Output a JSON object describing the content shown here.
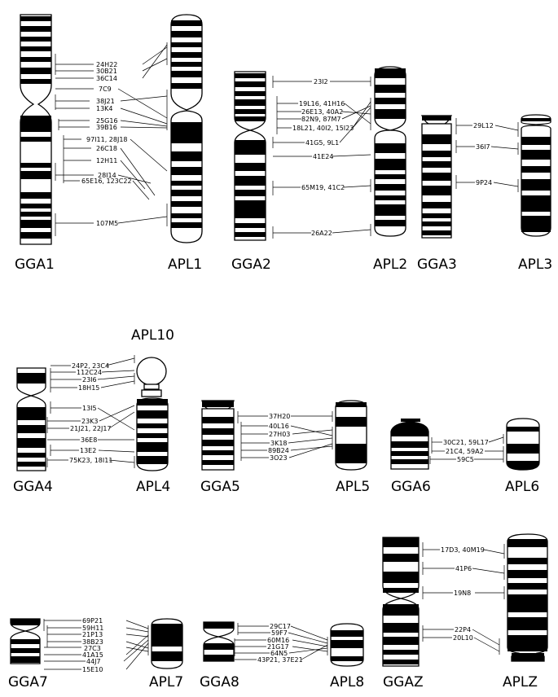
{
  "chromosomes": {
    "GGA1": "GGA1",
    "APL1": "APL1",
    "GGA2": "GGA2",
    "APL2": "APL2",
    "GGA3": "GGA3",
    "APL3": "APL3",
    "APL10": "APL10",
    "GGA4": "GGA4",
    "APL4": "APL4",
    "GGA5": "GGA5",
    "APL5": "APL5",
    "GGA6": "GGA6",
    "APL6": "APL6",
    "GGA7": "GGA7",
    "APL7": "APL7",
    "GGA8": "GGA8",
    "APL8": "APL8",
    "GGAZ": "GGAZ",
    "APLZ": "APLZ"
  },
  "bac_clones": {
    "pair1": [
      "24H22",
      "30B21",
      "36C14",
      "7C9",
      "38J21",
      "13K4",
      "25G16",
      "39B16",
      "97I11, 28J18",
      "26C18",
      "12H11",
      "28I14",
      "65E16, 123C22",
      "107M5"
    ],
    "pair2": [
      "23I2",
      "19L16, 41H16",
      "26E13, 40A2",
      "82N9, 87M7",
      "18L21, 40I2, 15I23",
      "41G5, 9L1",
      "41E24",
      "65M19, 41C2",
      "26A22"
    ],
    "pair3": [
      "29L12",
      "36I7",
      "9P24"
    ],
    "pair4": [
      "24P2, 23C4",
      "112C24",
      "23I6",
      "18H15",
      "13I5",
      "23K3",
      "21J21, 22J17",
      "36E8",
      "13E2",
      "75K23, 18I11"
    ],
    "pair5": [
      "37H20",
      "40L16",
      "27H03",
      "3K18",
      "89B24",
      "3O23"
    ],
    "pair6": [
      "30C21, 59L17",
      "21C4, 59A2",
      "59C5"
    ],
    "pair7": [
      "69P21",
      "59H11",
      "21P13",
      "38B23",
      "27C3",
      "41A15",
      "44J7",
      "15E10"
    ],
    "pair8": [
      "29C17",
      "59F7",
      "60M16",
      "21G17",
      "64N5",
      "43P21, 37E21"
    ],
    "pairZ": [
      "17D3, 40M19",
      "41P6",
      "19N8",
      "22P4",
      "20L10"
    ]
  }
}
